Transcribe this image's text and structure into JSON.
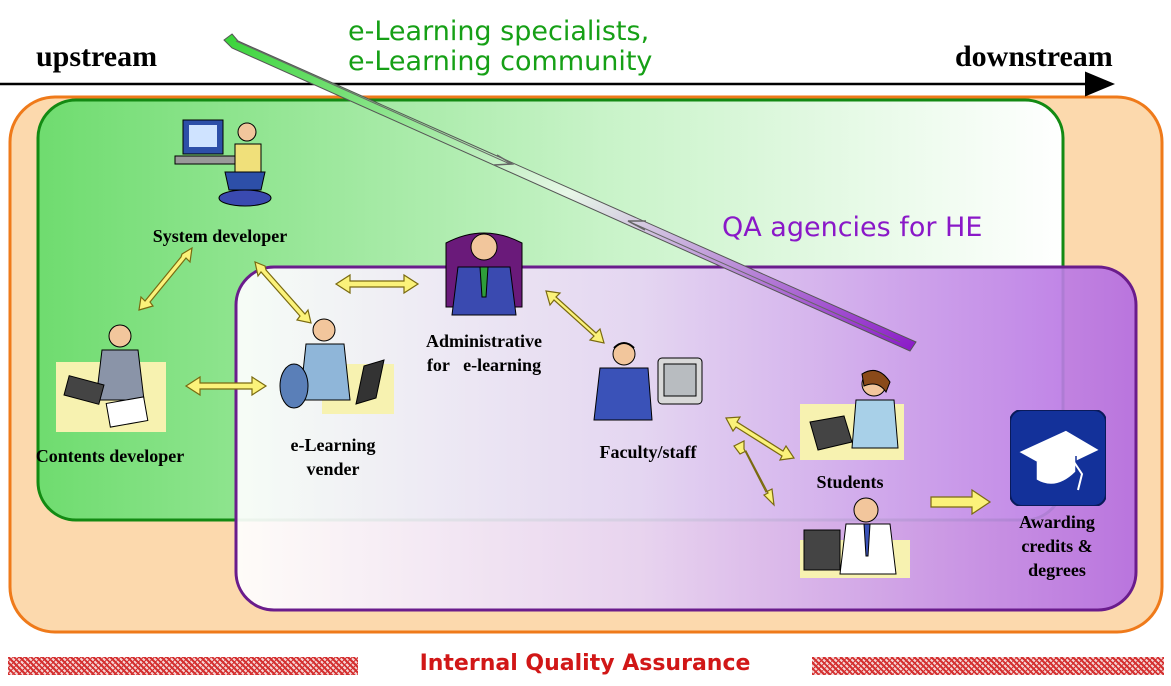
{
  "flow": {
    "upstream": "upstream",
    "downstream": "downstream"
  },
  "external": {
    "line1": "e-Learning specialists,",
    "line2": "e-Learning community"
  },
  "qa_agencies": "QA agencies for HE",
  "roles": {
    "system_developer": "System developer",
    "contents_developer": "Contents developer",
    "vendor_line1": "e-Learning",
    "vendor_line2": "vender",
    "admin_line1": "Administrative",
    "admin_line2": "for   e-learning",
    "faculty": "Faculty/staff",
    "students": "Students",
    "awarding_line1": "Awarding",
    "awarding_line2": "credits &",
    "awarding_line3": "degrees"
  },
  "footer": "Internal Quality Assurance",
  "colors": {
    "orange_region": "#fcd9ad",
    "orange_border": "#ef7a1a",
    "green_region": "#7fe07f",
    "green_border": "#138a13",
    "purple_region": "#c07ee8",
    "purple_border": "#6a1c8c",
    "arrow_yellow": "#fbf27a",
    "external_text": "#16a016",
    "qa_text": "#8a18c8",
    "footer_text": "#d11717"
  },
  "icons": [
    "person-at-computer-icon",
    "person-writing-icon",
    "executive-icon",
    "headset-operator-icon",
    "student-laptop-icon",
    "thinking-man-icon",
    "graduation-cap-icon"
  ]
}
